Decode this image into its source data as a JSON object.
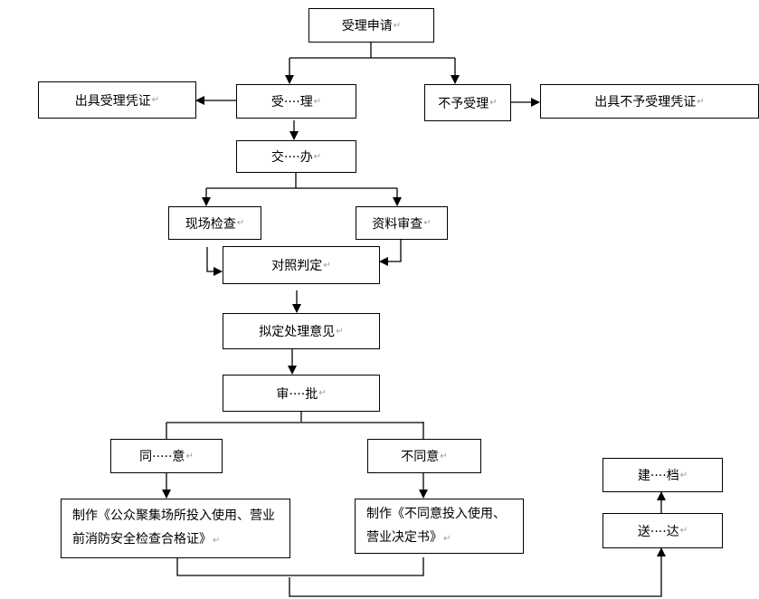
{
  "nodes": {
    "apply": "受理申请",
    "accept_cert": "出具受理凭证",
    "accept": "受····理",
    "reject": "不予受理",
    "reject_cert": "出具不予受理凭证",
    "assign": "交····办",
    "site_check": "现场检查",
    "doc_review": "资料审查",
    "compare": "对照判定",
    "draft_opinion": "拟定处理意见",
    "approve": "审····批",
    "agree": "同·····意",
    "disagree": "不同意",
    "make_cert": "制作《公众聚集场所投入使用、营业前消防安全检查合格证》",
    "make_decision": "制作《不同意投入使用、营业决定书》",
    "archive": "建····档",
    "deliver": "送····达"
  },
  "paragraph_mark": "↵"
}
